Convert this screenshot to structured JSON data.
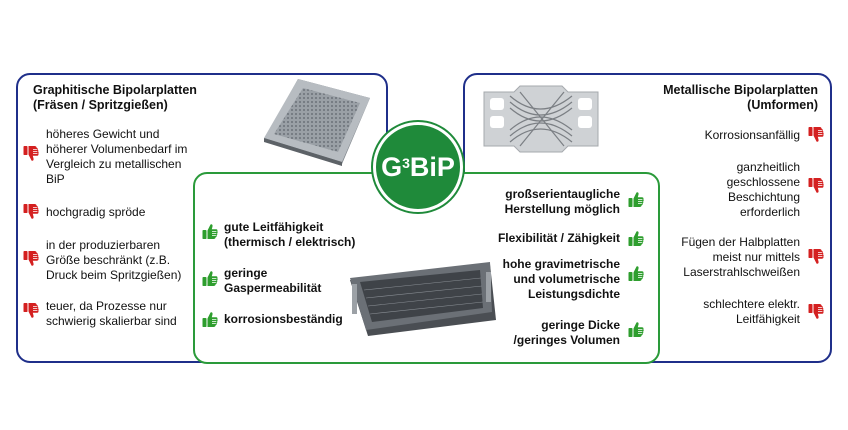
{
  "logo": {
    "prefix": "G",
    "sup": "3",
    "suffix": "BiP",
    "color": "#1f8a3a"
  },
  "left": {
    "title_line1": "Graphitische Bipolarplatten",
    "title_line2": "(Fräsen / Spritzgießen)",
    "items": [
      {
        "lines": [
          "höheres Gewicht und",
          "höherer Volumenbedarf im",
          "Vergleich zu metallischen",
          "BiP"
        ],
        "icon": "thumbs-down-icon"
      },
      {
        "lines": [
          "hochgradig spröde"
        ],
        "icon": "thumbs-down-icon"
      },
      {
        "lines": [
          "in der produzierbaren",
          "Größe beschränkt (z.B.",
          "Druck beim Spritzgießen)"
        ],
        "icon": "thumbs-down-icon"
      },
      {
        "lines": [
          "teuer, da Prozesse nur",
          "schwierig skalierbar sind"
        ],
        "icon": "thumbs-down-icon"
      }
    ]
  },
  "right": {
    "title_line1": "Metallische Bipolarplatten",
    "title_line2": "(Umformen)",
    "items": [
      {
        "lines": [
          "Korrosionsanfällig"
        ],
        "icon": "thumbs-down-icon"
      },
      {
        "lines": [
          "ganzheitlich",
          "geschlossene",
          "Beschichtung",
          "erforderlich"
        ],
        "icon": "thumbs-down-icon"
      },
      {
        "lines": [
          "Fügen der Halbplatten",
          "meist nur mittels",
          "Laserstrahlschweißen"
        ],
        "icon": "thumbs-down-icon"
      },
      {
        "lines": [
          "schlechtere elektr.",
          "Leitfähigkeit"
        ],
        "icon": "thumbs-down-icon"
      }
    ]
  },
  "middle": {
    "left_items": [
      {
        "lines": [
          "gute Leitfähigkeit",
          "(thermisch / elektrisch)"
        ],
        "icon": "thumbs-up-icon"
      },
      {
        "lines": [
          "geringe",
          "Gaspermeabilität"
        ],
        "icon": "thumbs-up-icon"
      },
      {
        "lines": [
          "korrosionsbeständig"
        ],
        "icon": "thumbs-up-icon"
      }
    ],
    "right_items": [
      {
        "lines": [
          "großserientaugliche",
          "Herstellung möglich"
        ],
        "icon": "thumbs-up-icon"
      },
      {
        "lines": [
          "Flexibilität / Zähigkeit"
        ],
        "icon": "thumbs-up-icon"
      },
      {
        "lines": [
          "hohe gravimetrische",
          "und volumetrische",
          "Leistungsdichte"
        ],
        "icon": "thumbs-up-icon"
      },
      {
        "lines": [
          "geringe Dicke",
          "/geringes Volumen"
        ],
        "icon": "thumbs-up-icon"
      }
    ]
  },
  "colors": {
    "blue_border": "#1f2f8a",
    "green_border": "#2a9a3a",
    "thumb_down": "#d42020",
    "thumb_up": "#2e9e2e"
  }
}
